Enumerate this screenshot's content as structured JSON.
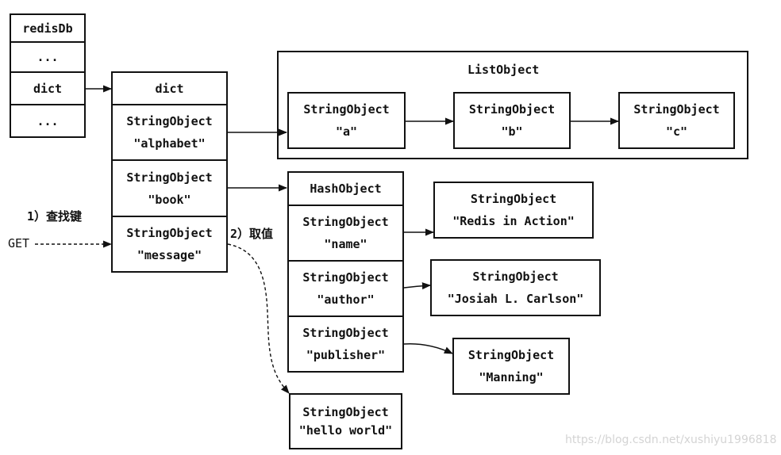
{
  "redisdb": {
    "title": "redisDb",
    "cells": [
      "...",
      "dict",
      "..."
    ]
  },
  "dict": {
    "title": "dict",
    "entries": [
      {
        "type": "StringObject",
        "value": "\"alphabet\""
      },
      {
        "type": "StringObject",
        "value": "\"book\""
      },
      {
        "type": "StringObject",
        "value": "\"message\""
      }
    ]
  },
  "list_object": {
    "title": "ListObject",
    "items": [
      {
        "type": "StringObject",
        "value": "\"a\""
      },
      {
        "type": "StringObject",
        "value": "\"b\""
      },
      {
        "type": "StringObject",
        "value": "\"c\""
      }
    ]
  },
  "hash_object": {
    "title": "HashObject",
    "fields": [
      {
        "type": "StringObject",
        "value": "\"name\""
      },
      {
        "type": "StringObject",
        "value": "\"author\""
      },
      {
        "type": "StringObject",
        "value": "\"publisher\""
      }
    ],
    "values": [
      {
        "type": "StringObject",
        "value": "\"Redis in Action\""
      },
      {
        "type": "StringObject",
        "value": "\"Josiah L. Carlson\""
      },
      {
        "type": "StringObject",
        "value": "\"Manning\""
      }
    ]
  },
  "message_value": {
    "type": "StringObject",
    "value": "\"hello world\""
  },
  "annotations": {
    "lookup_key": "1）查找键",
    "get_value": "2）取值",
    "get_command": "GET"
  },
  "watermark": "https://blog.csdn.net/xushiyu1996818"
}
